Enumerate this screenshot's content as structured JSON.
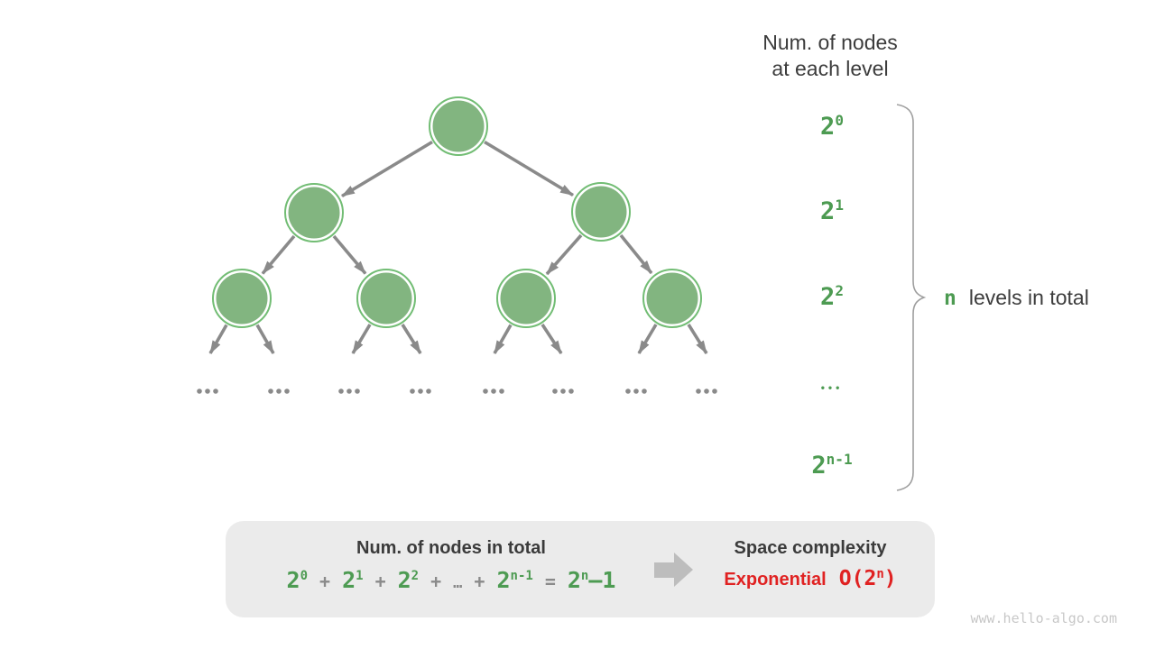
{
  "header": {
    "line1": "Num. of nodes",
    "line2": "at each level"
  },
  "level_labels": {
    "l0": {
      "base": "2",
      "sup": "0"
    },
    "l1": {
      "base": "2",
      "sup": "1"
    },
    "l2": {
      "base": "2",
      "sup": "2"
    },
    "dots": "•••",
    "l4": {
      "base": "2",
      "sup": "n-1"
    }
  },
  "brace_note": {
    "n": "n",
    "text": "levels in total"
  },
  "summary": {
    "left_title": "Num. of nodes in total",
    "formula": {
      "plus": "+",
      "equals": "=",
      "dots": "…",
      "t0": {
        "base": "2",
        "sup": "0"
      },
      "t1": {
        "base": "2",
        "sup": "1"
      },
      "t2": {
        "base": "2",
        "sup": "2"
      },
      "t3": {
        "base": "2",
        "sup": "n-1"
      },
      "t4": {
        "base": "2",
        "sup": "n",
        "tail": "–1"
      }
    },
    "right_title": "Space complexity",
    "complexity_word": "Exponential",
    "big_o": {
      "prefix": "O(",
      "base": "2",
      "sup": "n",
      "suffix": ")"
    }
  },
  "watermark": "www.hello-algo.com",
  "colors": {
    "node_fill": "#82b580",
    "node_ring": "#72bd74",
    "green_text": "#4d9b52",
    "arrow_gray": "#8a8a8a",
    "dark_text": "#3c3c3c",
    "box_bg": "#ebebeb",
    "big_arrow_gray": "#bdbdbd",
    "complexity_red": "#e02222",
    "watermark_gray": "#c8c8c8"
  }
}
